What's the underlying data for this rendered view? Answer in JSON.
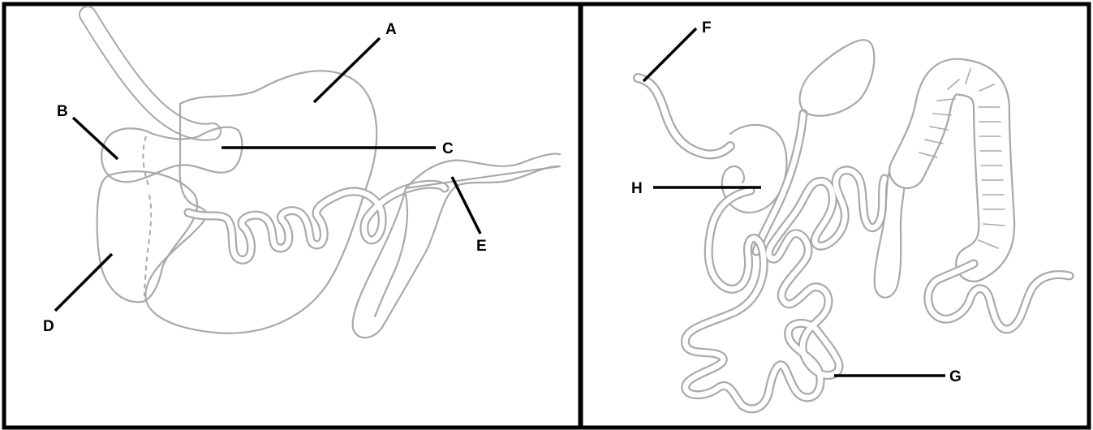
{
  "panels": [
    {
      "id": "left",
      "labels": [
        "A",
        "B",
        "C",
        "D",
        "E"
      ]
    },
    {
      "id": "right",
      "labels": [
        "F",
        "G",
        "H"
      ]
    }
  ],
  "labels": {
    "A": "A",
    "B": "B",
    "C": "C",
    "D": "D",
    "E": "E",
    "F": "F",
    "G": "G",
    "H": "H"
  }
}
